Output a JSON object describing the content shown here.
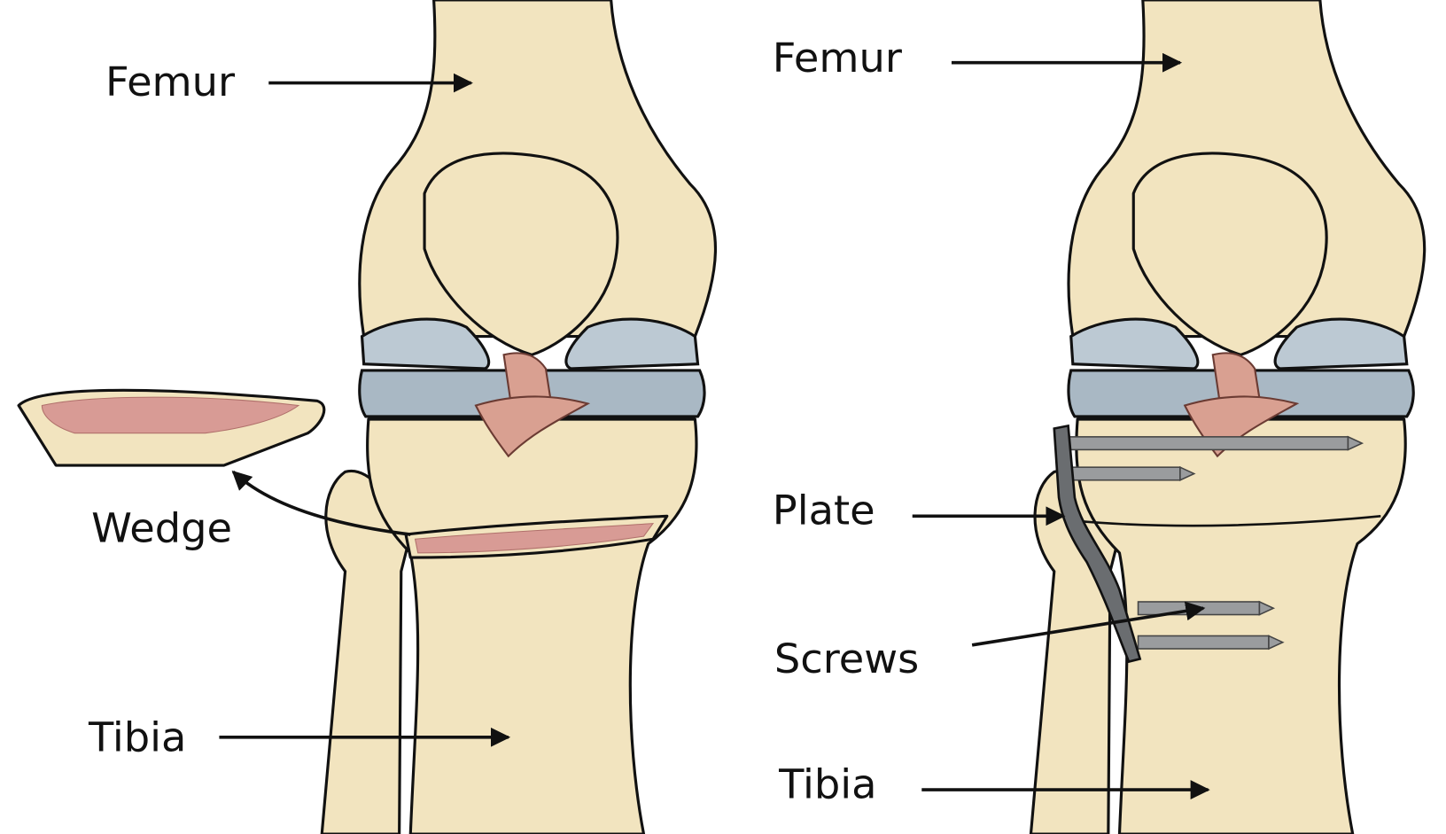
{
  "left_figure": {
    "labels": {
      "femur": "Femur",
      "wedge": "Wedge",
      "tibia": "Tibia"
    }
  },
  "right_figure": {
    "labels": {
      "femur": "Femur",
      "plate": "Plate",
      "screws": "Screws",
      "tibia": "Tibia"
    }
  },
  "colors": {
    "bone": "#f2e4bf",
    "cartilage": "#bcc9d3",
    "ligament": "#d9a091",
    "marrow": "#d89b95",
    "plate": "#6a6d70"
  }
}
